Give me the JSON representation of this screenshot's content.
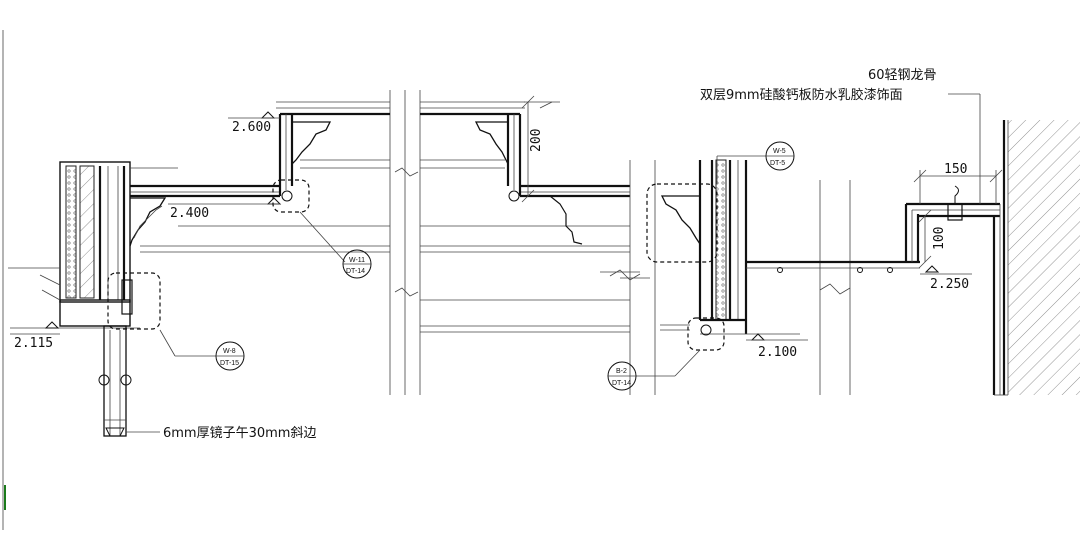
{
  "note_keel": "60轻钢龙骨",
  "note_board": "双层9mm硅酸钙板防水乳胶漆饰面",
  "note_mirror": "6mm厚镜子午30mm斜边",
  "levels": {
    "l2600": "2.600",
    "l2400": "2.400",
    "l2115": "2.115",
    "l2100": "2.100",
    "l2250": "2.250"
  },
  "dims": {
    "d200": "200",
    "d150": "150",
    "d100": "100"
  },
  "callouts": [
    {
      "top": "W-11",
      "bottom": "DT-14"
    },
    {
      "top": "W-8",
      "bottom": "DT-15"
    },
    {
      "top": "W-5",
      "bottom": "DT-5"
    },
    {
      "top": "B-2",
      "bottom": "DT-14"
    }
  ]
}
